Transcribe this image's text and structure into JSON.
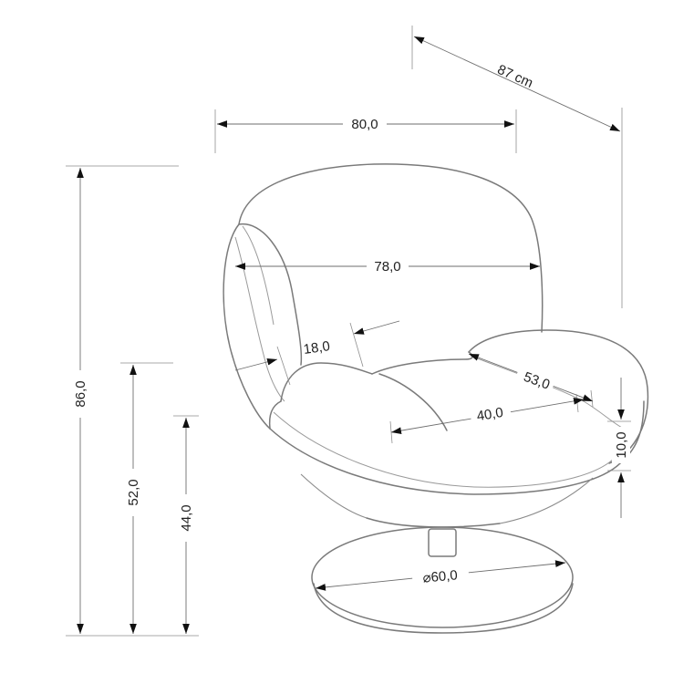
{
  "dimensions": {
    "depth": "87 cm",
    "width_overall": "80,0",
    "height_overall": "86,0",
    "backrest_width": "78,0",
    "armrest_width": "18,0",
    "seat_depth": "53,0",
    "seat_width": "40,0",
    "seat_cushion_thickness": "10,0",
    "armrest_height": "52,0",
    "seat_height": "44,0",
    "base_diameter": "⌀60,0"
  },
  "colors": {
    "outline": "#7a7a7a",
    "dimension_line": "#6e6e6e",
    "arrowhead": "#111111",
    "text": "#222222",
    "background": "#ffffff"
  }
}
